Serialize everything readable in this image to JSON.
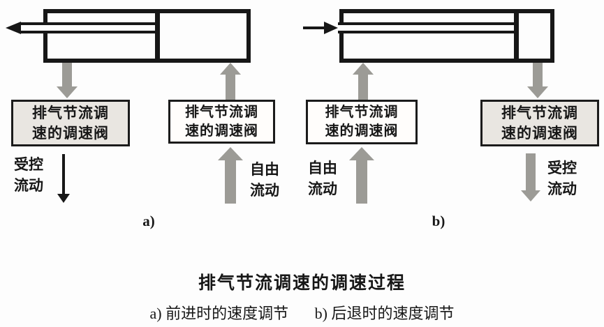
{
  "colors": {
    "arrow_gray": "#9c9b96",
    "box_shaded": "#e9e6e1",
    "ink": "#171717"
  },
  "icons": {
    "motion_arrow_left": "←",
    "motion_arrow_right": "→",
    "flow_arrow_up": "↑",
    "flow_arrow_down": "↓"
  },
  "valve_label": {
    "line1": "排气节流调",
    "line2": "速的调速阀"
  },
  "panel_a": {
    "label": "a)",
    "left_flow_line1": "受控",
    "left_flow_line2": "流动",
    "right_flow_line1": "自由",
    "right_flow_line2": "流动"
  },
  "panel_b": {
    "label": "b)",
    "left_flow_line1": "自由",
    "left_flow_line2": "流动",
    "right_flow_line1": "受控",
    "right_flow_line2": "流动"
  },
  "caption": {
    "title": "排气节流调速的调速过程",
    "sub_a": "a) 前进时的速度调节",
    "sub_b": "b) 后退时的速度调节"
  }
}
